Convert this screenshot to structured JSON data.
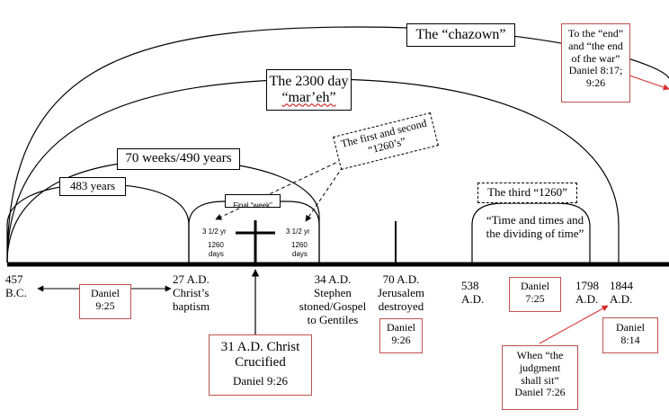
{
  "titles": {
    "chazown": "The “chazown”",
    "mareh_line1": "The 2300 day",
    "mareh_word": "“mar’eh”",
    "weeks70": "70 weeks/490 years",
    "years483": "483 years",
    "first_second_1260": "The first and second “1260’s”",
    "third_1260": "The third “1260”",
    "final_week": "Final “week”",
    "times": "“Time and times and the dividing of time”"
  },
  "half_week": {
    "left_years": "3 1/2 yr",
    "left_days_num": "1260",
    "left_days_unit": "days",
    "right_years": "3 1/2 yr",
    "right_days_num": "1260",
    "right_days_unit": "days"
  },
  "dates": {
    "d457_1": "457",
    "d457_2": "B.C.",
    "d27_1": "27 A.D.",
    "d27_2": "Christ’s",
    "d27_3": "baptism",
    "d34_1": "34 A.D.",
    "d34_2": "Stephen",
    "d34_3": "stoned/Gospel",
    "d34_4": "to Gentiles",
    "d70_1": "70 A.D.",
    "d70_2": "Jerusalem",
    "d70_3": "destroyed",
    "d538_1": "538",
    "d538_2": "A.D.",
    "d1798_1": "1798",
    "d1798_2": "A.D.",
    "d1844_1": "1844",
    "d1844_2": "A.D."
  },
  "refs": {
    "dan925_1": "Daniel",
    "dan925_2": "9:25",
    "dan926a_1": "Daniel",
    "dan926a_2": "9:26",
    "dan725_1": "Daniel",
    "dan725_2": "7:25",
    "dan814_1": "Daniel",
    "dan814_2": "8:14",
    "crucified_1": "31 A.D. Christ",
    "crucified_2": "Crucified",
    "crucified_ref": "Daniel 9:26",
    "judgment_1": "When “the",
    "judgment_2": "judgment",
    "judgment_3": "shall sit”",
    "judgment_4": "Daniel 7:26",
    "end_1": "To the “end”",
    "end_2": "and “the end",
    "end_3": "of the war”",
    "end_4": "Daniel 8:17;",
    "end_5": "9:26"
  },
  "colors": {
    "red_border": "#c0504d",
    "red_arrow": "#d42a2a"
  }
}
